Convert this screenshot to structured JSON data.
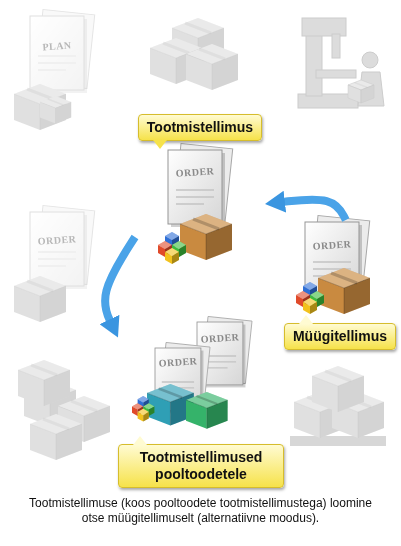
{
  "diagram": {
    "caption": "Tootmistellimuse (koos pooltoodete tootmistellimustega) loomine otse müügitellimuselt (alternatiivne moodus).",
    "nodes": [
      {
        "text": [
          "Tootmistellimus"
        ]
      },
      {
        "text": [
          "Müügitellimus"
        ]
      },
      {
        "text": [
          "Tootmistellimused pooltoodetele"
        ]
      }
    ],
    "edges": [
      {
        "from": 1,
        "to": 0,
        "arrow": "to"
      },
      {
        "from": 0,
        "to": 2,
        "arrow": "to"
      }
    ],
    "labels": [
      "PLAN",
      "ORDER",
      "ORDER",
      "ORDER",
      "ORDER",
      "ORDER"
    ]
  }
}
